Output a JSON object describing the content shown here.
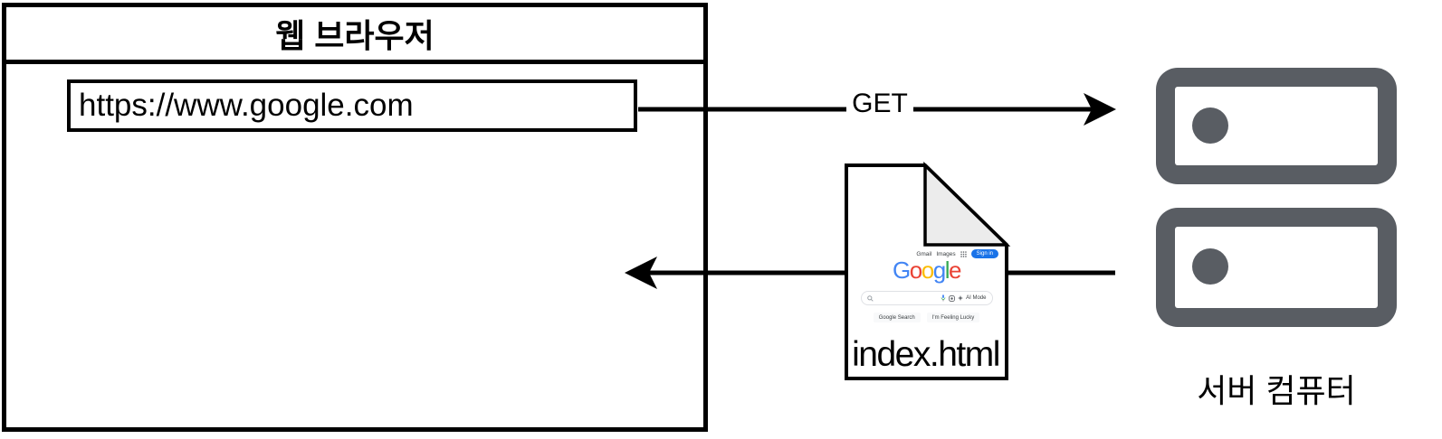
{
  "colors": {
    "server_gray": "#595d63",
    "fold_gray": "#ececec",
    "signin_blue": "#1a73e8",
    "line_black": "#000000"
  },
  "browser": {
    "title": "웹 브라우저",
    "url": "https://www.google.com"
  },
  "request": {
    "label": "GET"
  },
  "file": {
    "name": "index.html",
    "preview": {
      "gmail": "Gmail",
      "images": "Images",
      "sign_in": "Sign in",
      "ai_mode": "AI Mode",
      "search_button": "Google Search",
      "lucky_button": "I'm Feeling Lucky",
      "logo": [
        {
          "ch": "G",
          "color": "#4285F4"
        },
        {
          "ch": "o",
          "color": "#EA4335"
        },
        {
          "ch": "o",
          "color": "#FBBC05"
        },
        {
          "ch": "g",
          "color": "#4285F4"
        },
        {
          "ch": "l",
          "color": "#34A853"
        },
        {
          "ch": "e",
          "color": "#EA4335"
        }
      ]
    }
  },
  "server": {
    "label": "서버 컴퓨터"
  }
}
